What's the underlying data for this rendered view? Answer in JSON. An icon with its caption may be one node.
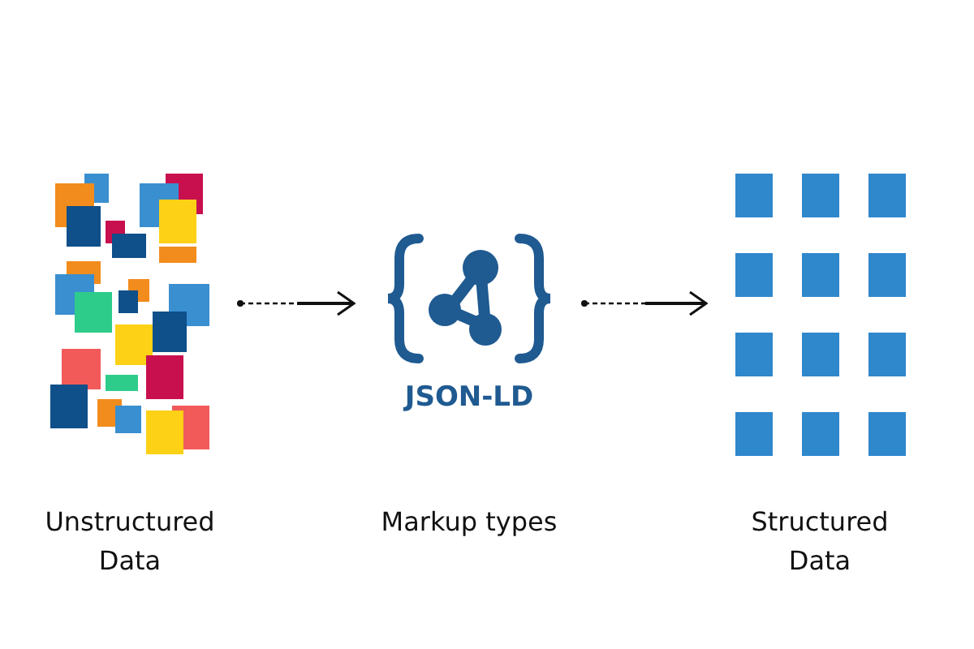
{
  "diagram": {
    "nodes": [
      {
        "text": [],
        "shape": "picture",
        "beside": [
          "Unstructured Data"
        ]
      },
      {
        "text": [
          "JSON-LD"
        ],
        "beside": [
          "Markup types"
        ]
      },
      {
        "text": [],
        "shape": "picture",
        "beside": [
          "Structured Data"
        ]
      }
    ],
    "edges": [
      {
        "from": 0,
        "to": 1,
        "arrow": "to"
      },
      {
        "from": 1,
        "to": 2,
        "arrow": "to"
      }
    ]
  }
}
